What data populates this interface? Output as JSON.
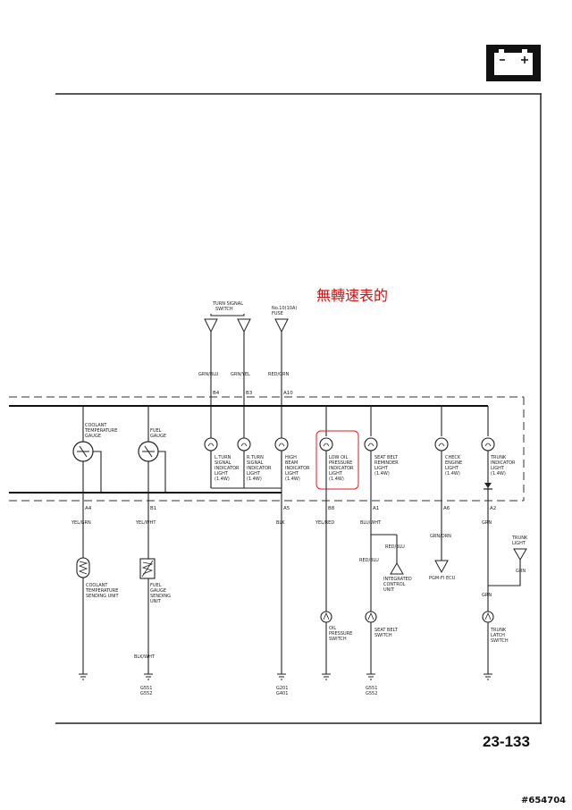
{
  "page": {
    "number": "23-133",
    "watermark": "#654704",
    "annotation": "無轉速表的"
  },
  "switch": {
    "turn_signal": [
      "TURN  SIGNAL",
      "SWITCH"
    ],
    "fuse": [
      "No.10(10A)",
      "FUSE"
    ]
  },
  "top_wires": {
    "w1": "GRN/BLU",
    "w2": "GRN/YEL",
    "w3": "RED/GRN"
  },
  "pins": {
    "b4": "B4",
    "b3": "B3",
    "a10": "A10",
    "a4": "A4",
    "b1": "B1",
    "a5": "A5",
    "b8": "B8",
    "a1": "A1",
    "a6": "A6",
    "a2": "A2"
  },
  "components": {
    "coolant_gauge": [
      "COOLANT",
      "TEMPERATURE",
      "GAUGE"
    ],
    "fuel_gauge": [
      "FUEL",
      "GAUGE"
    ],
    "lturn": [
      "L.TURN",
      "SIGNAL",
      "INDICATOR",
      "LIGHT",
      "(1.4W)"
    ],
    "rturn": [
      "R.TURN",
      "SIGNAL",
      "INDICATOR",
      "LIGHT",
      "(1.4W)"
    ],
    "highbeam": [
      "HIGH",
      "BEAM",
      "INDICATOR",
      "LIGHT",
      "(1.4W)"
    ],
    "lowoil": [
      "LOW OIL",
      "PRESSURE",
      "INDICATOR",
      "LIGHT",
      "(1.4W)"
    ],
    "seatbelt": [
      "SEAT BELT",
      "REMINDER",
      "LIGHT",
      "(1.4W)"
    ],
    "checkengine": [
      "CHECK",
      "ENGINE",
      "LIGHT",
      "(1.4W)"
    ],
    "trunk": [
      "TRUNK",
      "INDICATOR",
      "LIGHT",
      "(1.4W)"
    ]
  },
  "wires": {
    "yel_grn": "YEL/GRN",
    "yel_wht": "YEL/WHT",
    "blk": "BLK",
    "yel_red": "YEL/RED",
    "blu_wht": "BLU/WHT",
    "grn_orn": "GRN/ORN",
    "grn": "GRN",
    "red_blu": "RED/BLU",
    "blk_wht": "BLK/WHT"
  },
  "lower": {
    "coolant_unit": [
      "COOLANT",
      "TEMPERATURE",
      "SENDING UNIT"
    ],
    "fuel_unit": [
      "FUEL",
      "GAUGE",
      "SENDING",
      "UNIT"
    ],
    "icu": [
      "INTEGRATED",
      "CONTROL",
      "UNIT"
    ],
    "pgm": "PGM-FI ECU",
    "trunk_light": [
      "TRUNK",
      "LIGHT"
    ],
    "oil_switch": [
      "OIL",
      "PRESSURE",
      "SWITCH"
    ],
    "seatbelt_switch": [
      "SEAT BELT",
      "SWITCH"
    ],
    "trunk_switch": [
      "TRUNK",
      "LATCH",
      "SWITCH"
    ]
  },
  "grounds": {
    "g1": [
      "G551",
      "G552"
    ],
    "g2": [
      "G201",
      "G401"
    ],
    "g3": [
      "G551",
      "G552"
    ]
  }
}
